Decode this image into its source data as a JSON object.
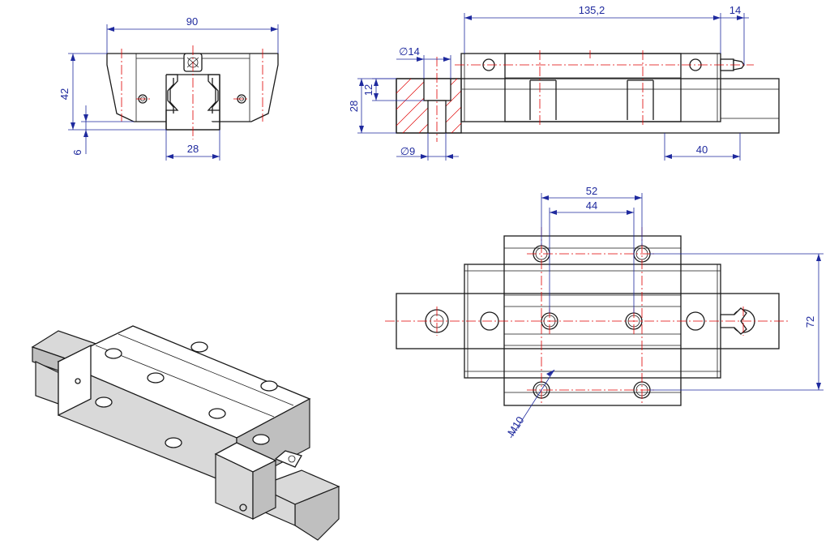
{
  "drawing": {
    "views": [
      "front-view",
      "side-view",
      "top-view",
      "isometric-view"
    ],
    "colors": {
      "dimension": "#1f2a9e",
      "centerline": "#e00000",
      "outline": "#1a1a1a",
      "hatch": "#e00000"
    }
  },
  "dimensions": {
    "front": {
      "width": "90",
      "height": "42",
      "base_offset": "6",
      "rail_width": "28"
    },
    "side": {
      "length": "135,2",
      "grease_nipple": "14",
      "counterbore_dia": "∅14",
      "counterbore_depth": "12",
      "rail_height": "28",
      "hole_dia": "∅9",
      "pitch_end": "40"
    },
    "top": {
      "bolt_span_outer": "52",
      "bolt_span_inner": "44",
      "bolt_span_cross": "72",
      "thread": "M10"
    }
  }
}
